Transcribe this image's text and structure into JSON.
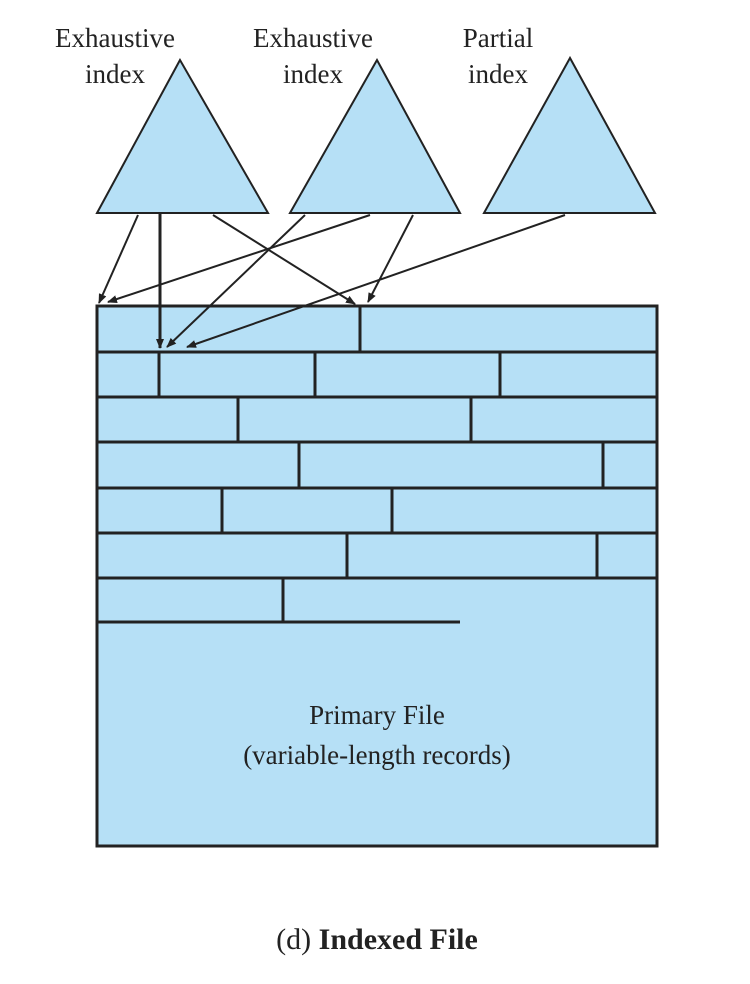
{
  "indexes": [
    {
      "line1": "Exhaustive",
      "line2": "index"
    },
    {
      "line1": "Exhaustive",
      "line2": "index"
    },
    {
      "line1": "Partial",
      "line2": "index"
    }
  ],
  "primary_file": {
    "title": "Primary File",
    "subtitle": "(variable-length records)"
  },
  "caption": {
    "prefix": "(d)",
    "title": "Indexed File"
  },
  "colors": {
    "fill": "#b6e0f6",
    "stroke": "#222222"
  }
}
